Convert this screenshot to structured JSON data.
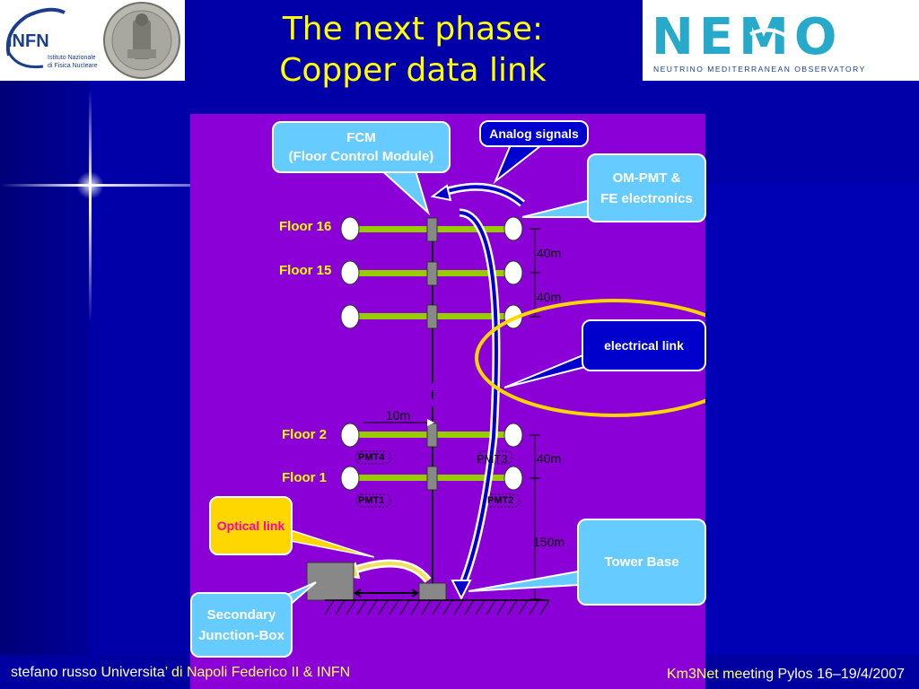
{
  "title_line1": "The next phase:",
  "title_line2": "Copper data link",
  "logos": {
    "infn_text": "INFN",
    "infn_sub1": "Istituto Nazionale",
    "infn_sub2": "di Fisica Nucleare",
    "nemo_text": "NEMO",
    "nemo_sub": "NEUTRINO MEDITERRANEAN OBSERVATORY"
  },
  "callouts": {
    "fcm_line1": "FCM",
    "fcm_line2": "(Floor Control Module)",
    "analog": "Analog signals",
    "ompmt_line1": "OM-PMT &",
    "ompmt_line2": "FE electronics",
    "electrical": "electrical link",
    "tower_base": "Tower Base",
    "optical": "Optical link",
    "sjb_line1": "Secondary",
    "sjb_line2": "Junction-Box"
  },
  "floors": {
    "f16": "Floor 16",
    "f15": "Floor 15",
    "f2": "Floor 2",
    "f1": "Floor 1"
  },
  "measures": {
    "m40a": "40m",
    "m40b": "40m",
    "m40c": "40m",
    "m10": "10m",
    "m150": "150m"
  },
  "pmts": {
    "p4": "PMT4",
    "p3": "PMT3",
    "p1": "PMT1",
    "p2": "PMT2"
  },
  "footer": {
    "left_a": "stefano russo Universita",
    "left_b": "’ di Napoli Federico II & INFN",
    "right_a": "Km3Net me",
    "right_b": "eting Pylos 16–19/4/2007"
  },
  "colors": {
    "background": "#0000a8",
    "diagram_bg": "#8b00d6",
    "title": "#ffff00",
    "callout": "#66ccff",
    "floor_bar": "#99cc00",
    "highlight_ellipse": "#ffd700"
  }
}
